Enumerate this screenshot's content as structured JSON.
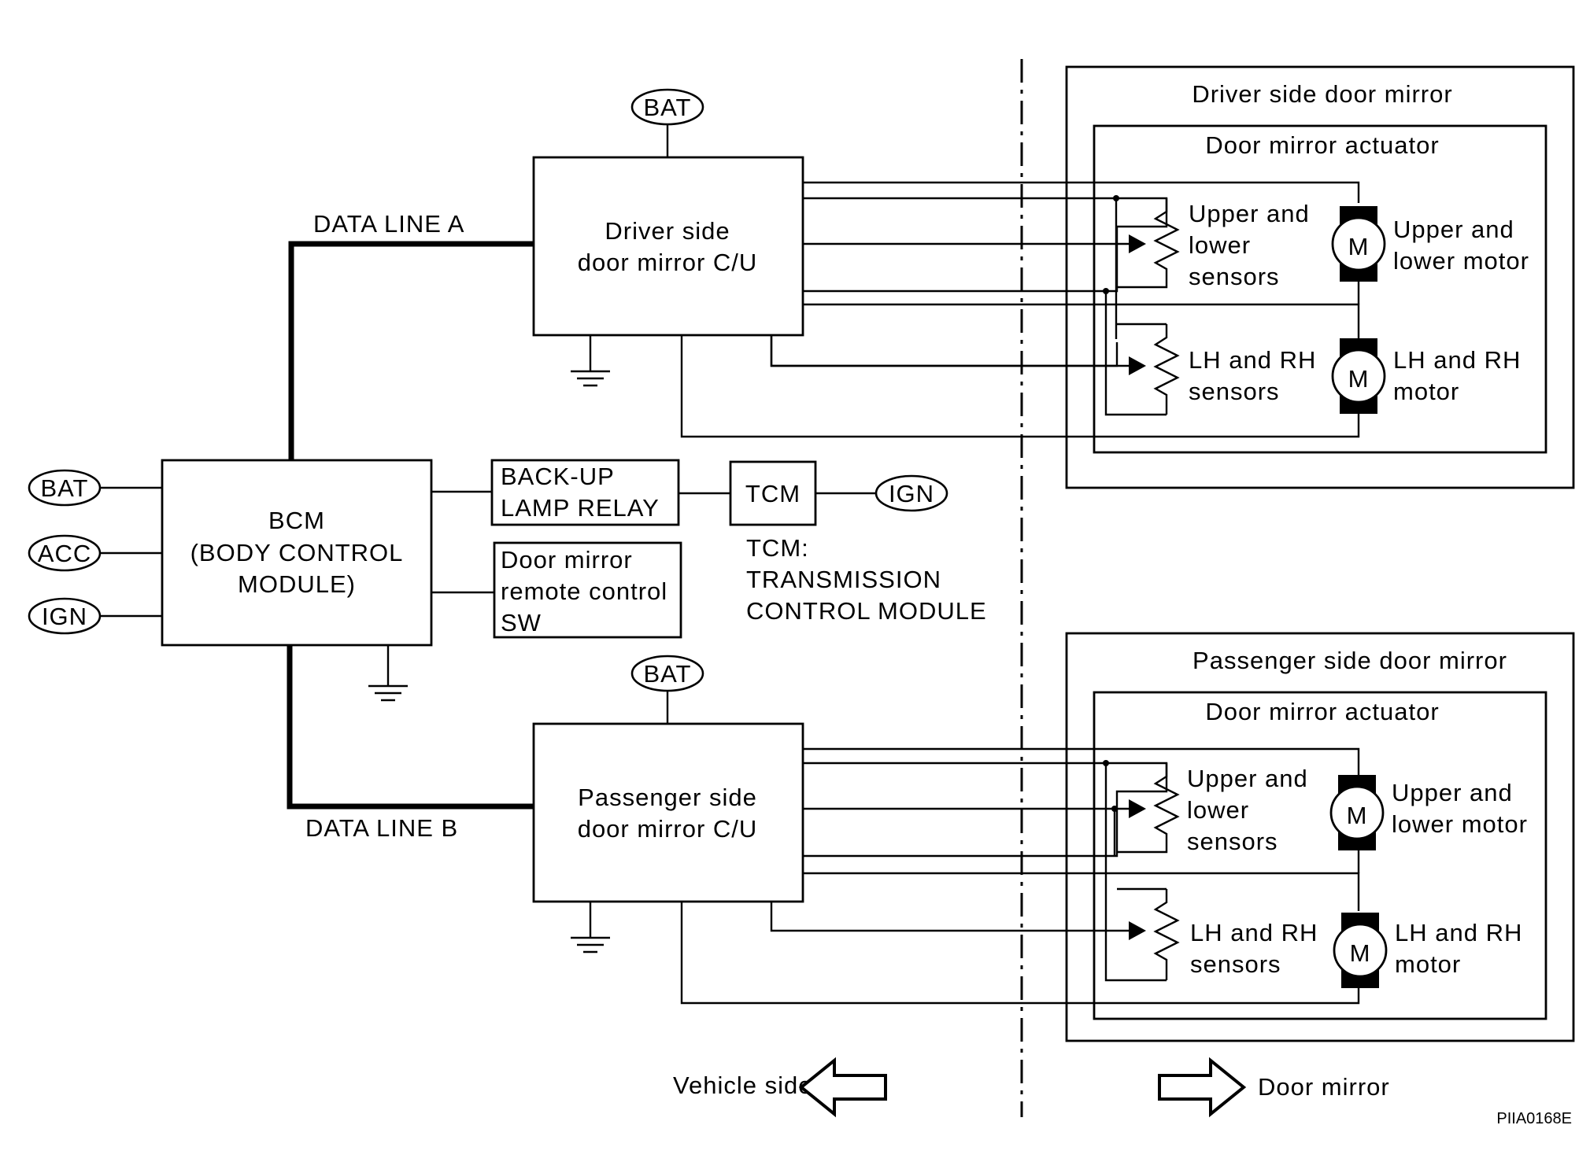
{
  "terminals": {
    "bat": "BAT",
    "acc": "ACC",
    "ign": "IGN"
  },
  "data_lines": {
    "a": "DATA LINE A",
    "b": "DATA LINE B"
  },
  "bcm": {
    "line1": "BCM",
    "line2": "(BODY CONTROL",
    "line3": "MODULE)"
  },
  "backup_relay": {
    "line1": "BACK-UP",
    "line2": "LAMP RELAY"
  },
  "mirror_switch": {
    "line1": "Door mirror",
    "line2": "remote control",
    "line3": "SW"
  },
  "tcm": {
    "label": "TCM",
    "note_line1": "TCM:",
    "note_line2": "TRANSMISSION",
    "note_line3": "CONTROL MODULE"
  },
  "driver_cu": {
    "line1": "Driver side",
    "line2": "door mirror C/U"
  },
  "passenger_cu": {
    "line1": "Passenger side",
    "line2": "door mirror C/U"
  },
  "driver_mirror": {
    "title": "Driver side door mirror",
    "actuator": "Door mirror actuator",
    "ul_sensor": [
      "Upper and",
      "lower",
      "sensors"
    ],
    "lr_sensor": [
      "LH and RH",
      "sensors"
    ],
    "ul_motor": [
      "Upper and",
      "lower motor"
    ],
    "lr_motor": [
      "LH and RH",
      "motor"
    ],
    "motor_symbol": "M"
  },
  "passenger_mirror": {
    "title": "Passenger side door mirror",
    "actuator": "Door mirror actuator",
    "ul_sensor": [
      "Upper and",
      "lower",
      "sensors"
    ],
    "lr_sensor": [
      "LH and RH",
      "sensors"
    ],
    "ul_motor": [
      "Upper and",
      "lower motor"
    ],
    "lr_motor": [
      "LH and RH",
      "motor"
    ],
    "motor_symbol": "M"
  },
  "footer": {
    "vehicle_side": "Vehicle side",
    "door_mirror": "Door mirror",
    "code": "PIIA0168E"
  }
}
